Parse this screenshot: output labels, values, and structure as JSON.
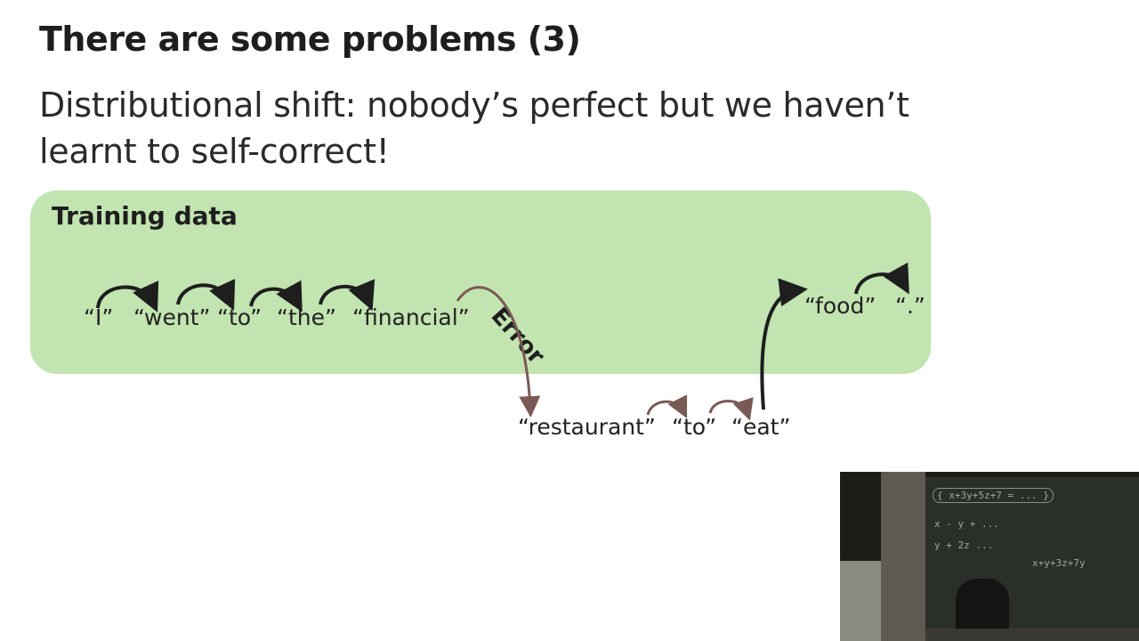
{
  "slide": {
    "title": "There are some problems (3)",
    "body_line1": "Distributional shift: nobody’s perfect but we haven’t",
    "body_line2": "learnt to self-correct!",
    "box_label": "Training data",
    "box_color": "#c2e4b0",
    "error_label": "Error"
  },
  "tokens": [
    "“I”",
    "“went”",
    "“to”",
    "“the”",
    "“financial”",
    "“restaurant”",
    "“to”",
    "“eat”",
    "“food”",
    "“.”"
  ],
  "webcam": {
    "chalk_lines": [
      "{ x+3y+5z+7 = ... }",
      "x - y + ... ",
      "y + 2z ...",
      "x+y+3z+7y"
    ]
  }
}
